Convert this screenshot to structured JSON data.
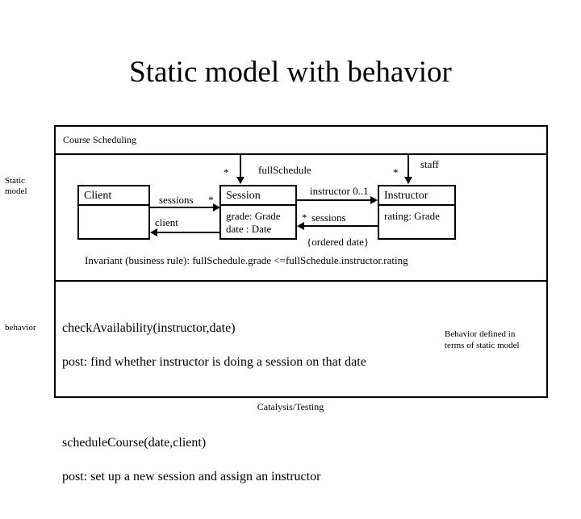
{
  "slide": {
    "title": "Static model with behavior",
    "footer": "Catalysis/Testing"
  },
  "package": {
    "name": "Course Scheduling"
  },
  "margin_labels": {
    "static_model": "Static\nmodel",
    "behavior": "behavior"
  },
  "static_model": {
    "classes": [
      {
        "name": "Client",
        "attributes": ""
      },
      {
        "name": "Session",
        "attributes": "grade: Grade\ndate : Date"
      },
      {
        "name": "Instructor",
        "attributes": "rating: Grade"
      }
    ],
    "associations": [
      {
        "role": "sessions",
        "multiplicity": "*",
        "from": "Client",
        "to": "Session",
        "direction": "right"
      },
      {
        "role": "client",
        "multiplicity": "",
        "from": "Session",
        "to": "Client",
        "direction": "left"
      },
      {
        "role": "instructor",
        "multiplicity": "0..1",
        "from": "Session",
        "to": "Instructor",
        "direction": "right"
      },
      {
        "role": "sessions",
        "multiplicity": "*",
        "from": "Instructor",
        "to": "Session",
        "direction": "left",
        "constraint": "{ordered date}"
      },
      {
        "role": "fullSchedule",
        "multiplicity": "*",
        "from": "Course Scheduling",
        "to": "Session",
        "direction": "down"
      },
      {
        "role": "staff",
        "multiplicity": "*",
        "from": "Course Scheduling",
        "to": "Instructor",
        "direction": "down"
      }
    ],
    "invariant": "Invariant (business rule):  fullSchedule.grade <=fullSchedule.instructor.rating"
  },
  "behavior": {
    "operations": [
      {
        "signature": "checkAvailability(instructor,date)",
        "postcondition": "post: find whether instructor is doing a session on that date"
      },
      {
        "signature": "scheduleCourse(date,client)",
        "postcondition": "post: set up a new session and assign an instructor"
      }
    ],
    "note": "Behavior defined in\nterms of static model"
  },
  "colors": {
    "background": "#ffffff",
    "ink": "#000000"
  }
}
